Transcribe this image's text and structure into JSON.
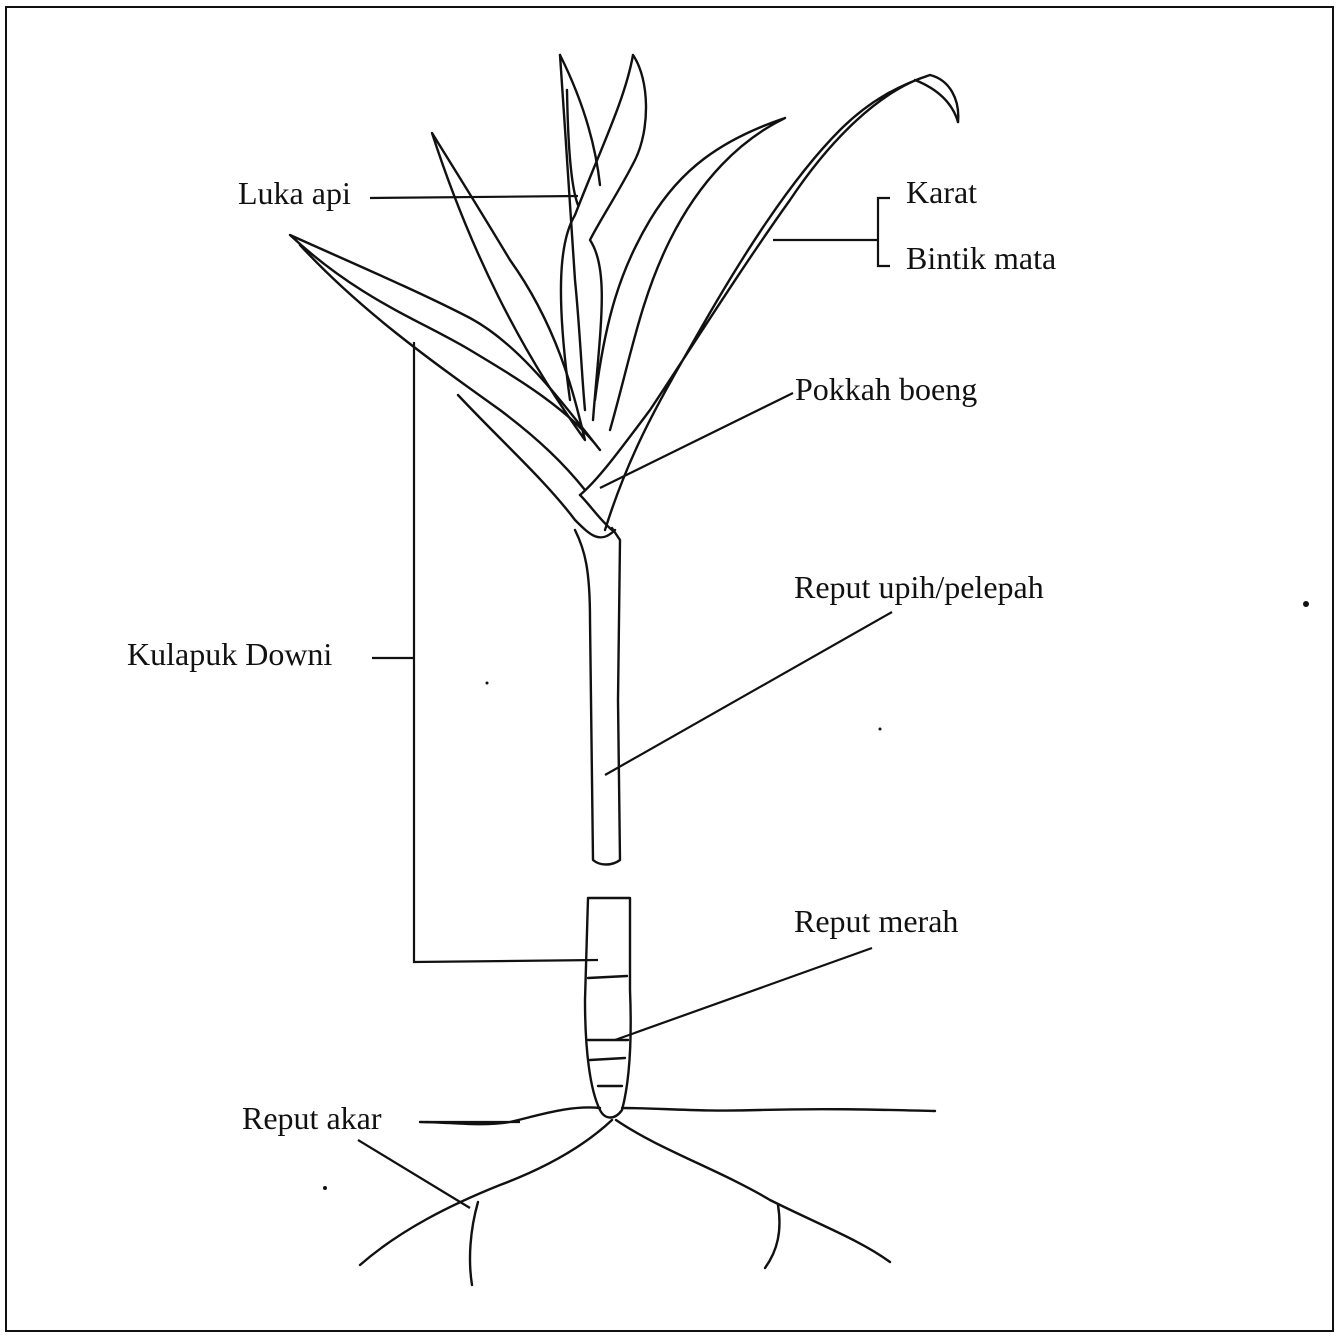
{
  "labels": {
    "luka_api": "Luka api",
    "karat": "Karat",
    "bintik_mata": "Bintik mata",
    "pokkah_boeng": "Pokkah boeng",
    "reput_upih": "Reput upih/pelepah",
    "kulapuk_downi": "Kulapuk Downi",
    "reput_merah": "Reput merah",
    "reput_akar": "Reput akar"
  },
  "colors": {
    "ink": "#111111",
    "background": "#ffffff"
  }
}
